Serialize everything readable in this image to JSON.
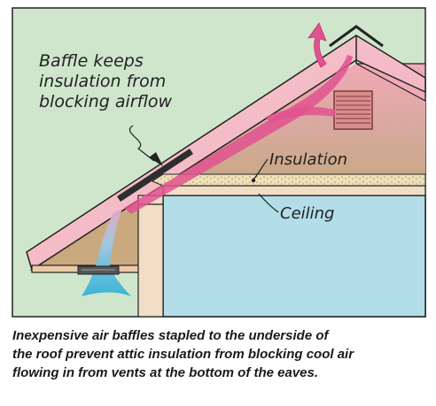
{
  "labels": {
    "baffle_note": [
      "Baffle keeps",
      "insulation from",
      "blocking airflow"
    ],
    "insulation": "Insulation",
    "ceiling": "Ceiling"
  },
  "caption": [
    "Inexpensive air baffles stapled to the underside of",
    "the roof prevent attic insulation from blocking cool air",
    "flowing in from vents at the bottom of the eaves."
  ],
  "colors": {
    "sky": "#cfe6cc",
    "attic_top": "#efb3b9",
    "attic_bottom": "#c9b08a",
    "roof_fill": "#f6cdd1",
    "airflow": "#e0528f",
    "wall": "#b3dde8",
    "insulation": "#efe2bc",
    "cold_air": "#3db6d6",
    "outline": "#222222"
  }
}
